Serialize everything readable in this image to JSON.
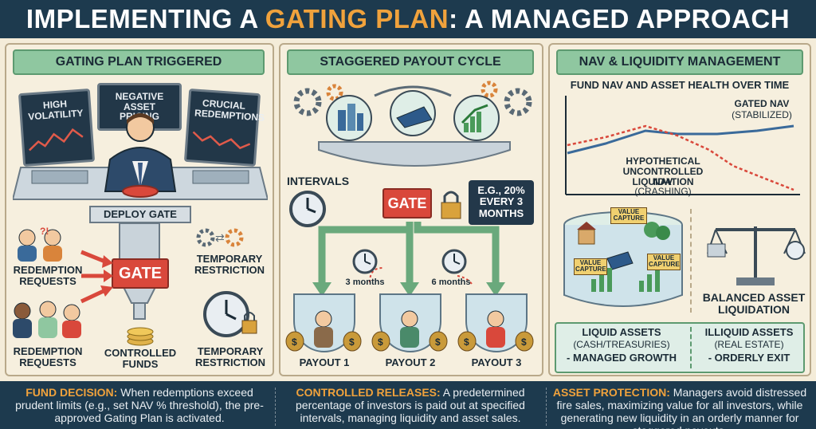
{
  "title": {
    "part1": "IMPLEMENTING A",
    "part2": "GATING PLAN",
    "part3": ": A MANAGED APPROACH"
  },
  "left": {
    "header": "GATING PLAN TRIGGERED",
    "screens": [
      "HIGH VOLATILITY",
      "NEGATIVE ASSET PRICING",
      "CRUCIAL REDEMPTIONS"
    ],
    "deploy": "DEPLOY GATE",
    "gate": "GATE",
    "redemption_top": "REDEMPTION REQUESTS",
    "redemption_bottom": "REDEMPTION REQUESTS",
    "temp_top": "TEMPORARY RESTRICTION",
    "temp_bottom": "TEMPORARY RESTRICTION",
    "controlled": "CONTROLLED FUNDS"
  },
  "middle": {
    "header": "STAGGERED PAYOUT CYCLE",
    "intervals": "INTERVALS",
    "gate": "GATE",
    "note": "E.G., 20% EVERY 3 MONTHS",
    "m1": "3 months",
    "m2": "6 months",
    "payouts": [
      "PAYOUT 1",
      "PAYOUT 2",
      "PAYOUT 3"
    ]
  },
  "right": {
    "header": "NAV & LIQUIDITY MANAGEMENT",
    "chart_title": "FUND NAV AND ASSET HEALTH OVER TIME",
    "gated_label": "GATED NAV",
    "gated_sub": "(STABILIZED)",
    "hypo_label1": "HYPOTHETICAL",
    "hypo_label2": "UNCONTROLLED LIQUIDATION",
    "hypo_label3": "NAV",
    "hypo_sub": "(CRASHING)",
    "value_capture": "VALUE CAPTURE",
    "balanced": "BALANCED ASSET LIQUIDATION",
    "liquid_title": "LIQUID ASSETS",
    "liquid_sub": "(CASH/TREASURIES)",
    "liquid_note": "- MANAGED GROWTH",
    "illiquid_title": "ILLIQUID ASSETS",
    "illiquid_sub": "(REAL ESTATE)",
    "illiquid_note": "- ORDERLY EXIT"
  },
  "bottom": {
    "c1_bold": "FUND DECISION:",
    "c1_text": " When redemptions exceed prudent limits (e.g., set NAV % threshold), the pre-approved Gating Plan is activated.",
    "c2_bold": "CONTROLLED RELEASES:",
    "c2_text": " A predetermined percentage of investors is paid out at specified intervals, managing liquidity and asset sales.",
    "c3_bold": "ASSET PROTECTION:",
    "c3_text": " Managers avoid distressed fire sales, maximizing value for all investors, while generating new liquidity in an orderly manner for staggered payouts."
  },
  "colors": {
    "navy": "#1d3a4e",
    "orange": "#f0a23c",
    "green": "#8fc7a0",
    "red": "#d9483b"
  }
}
